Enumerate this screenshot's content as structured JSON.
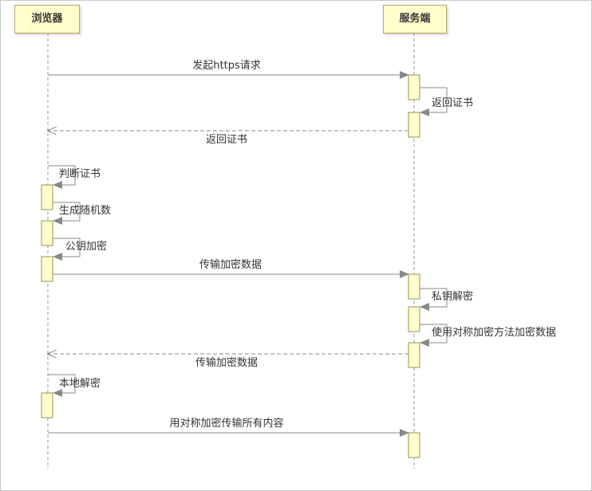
{
  "participants": {
    "browser": "浏览器",
    "server": "服务端"
  },
  "messages": {
    "m1": "发起https请求",
    "m2": "返回证书",
    "m3": "返回证书",
    "m4": "判断证书",
    "m5": "生成随机数",
    "m6": "公钥加密",
    "m7": "传输加密数据",
    "m8": "私钥解密",
    "m9": "使用对称加密方法加密数据",
    "m10": "传输加密数据",
    "m11": "本地解密",
    "m12": "用对称加密传输所有内容"
  },
  "colors": {
    "participant_fill": "#ffffcc",
    "activation_fill": "#ffffcc",
    "line": "#888888"
  }
}
